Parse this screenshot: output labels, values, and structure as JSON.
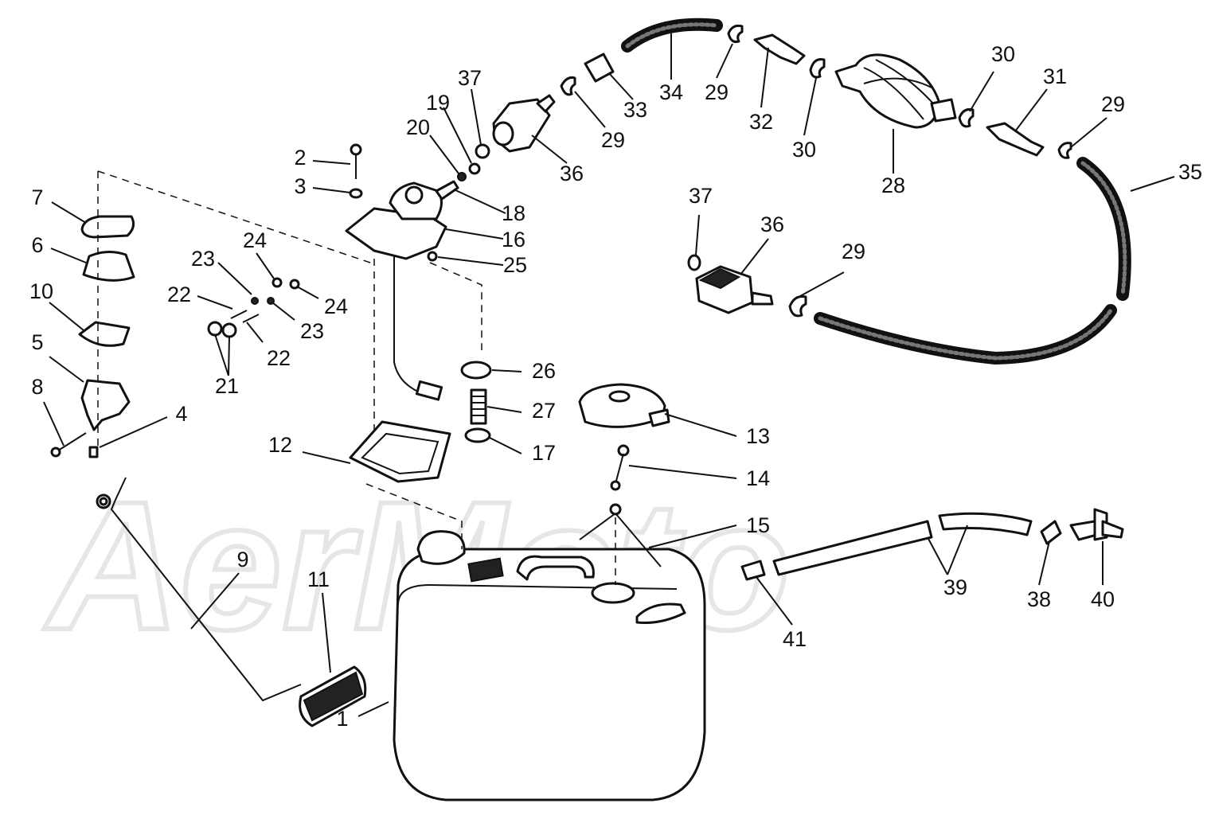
{
  "watermark": "AerMoto",
  "callouts": [
    {
      "id": "c1",
      "text": "1"
    },
    {
      "id": "c2",
      "text": "2"
    },
    {
      "id": "c3",
      "text": "3"
    },
    {
      "id": "c4",
      "text": "4"
    },
    {
      "id": "c5",
      "text": "5"
    },
    {
      "id": "c6",
      "text": "6"
    },
    {
      "id": "c7",
      "text": "7"
    },
    {
      "id": "c8",
      "text": "8"
    },
    {
      "id": "c9",
      "text": "9"
    },
    {
      "id": "c10",
      "text": "10"
    },
    {
      "id": "c11",
      "text": "11"
    },
    {
      "id": "c12",
      "text": "12"
    },
    {
      "id": "c13",
      "text": "13"
    },
    {
      "id": "c14",
      "text": "14"
    },
    {
      "id": "c15",
      "text": "15"
    },
    {
      "id": "c16",
      "text": "16"
    },
    {
      "id": "c17",
      "text": "17"
    },
    {
      "id": "c18",
      "text": "18"
    },
    {
      "id": "c19",
      "text": "19"
    },
    {
      "id": "c20",
      "text": "20"
    },
    {
      "id": "c21",
      "text": "21"
    },
    {
      "id": "c22a",
      "text": "22"
    },
    {
      "id": "c22b",
      "text": "22"
    },
    {
      "id": "c23a",
      "text": "23"
    },
    {
      "id": "c23b",
      "text": "23"
    },
    {
      "id": "c24a",
      "text": "24"
    },
    {
      "id": "c24b",
      "text": "24"
    },
    {
      "id": "c25",
      "text": "25"
    },
    {
      "id": "c26",
      "text": "26"
    },
    {
      "id": "c27",
      "text": "27"
    },
    {
      "id": "c28",
      "text": "28"
    },
    {
      "id": "c29a",
      "text": "29"
    },
    {
      "id": "c29b",
      "text": "29"
    },
    {
      "id": "c29c",
      "text": "29"
    },
    {
      "id": "c29d",
      "text": "29"
    },
    {
      "id": "c30a",
      "text": "30"
    },
    {
      "id": "c30b",
      "text": "30"
    },
    {
      "id": "c31",
      "text": "31"
    },
    {
      "id": "c32",
      "text": "32"
    },
    {
      "id": "c33",
      "text": "33"
    },
    {
      "id": "c34",
      "text": "34"
    },
    {
      "id": "c35",
      "text": "35"
    },
    {
      "id": "c36a",
      "text": "36"
    },
    {
      "id": "c36b",
      "text": "36"
    },
    {
      "id": "c37a",
      "text": "37"
    },
    {
      "id": "c37b",
      "text": "37"
    },
    {
      "id": "c38",
      "text": "38"
    },
    {
      "id": "c39",
      "text": "39"
    },
    {
      "id": "c40",
      "text": "40"
    },
    {
      "id": "c41",
      "text": "41"
    }
  ]
}
